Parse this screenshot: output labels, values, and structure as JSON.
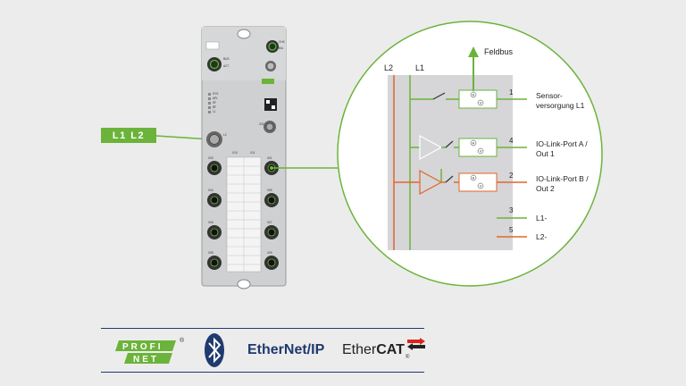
{
  "device": {
    "tiny_labels": [
      "CHK",
      "B/A",
      "BUS",
      "ACT",
      "SYS",
      "APL",
      "SF",
      "BF",
      "L1",
      "L2",
      "X02",
      "X03",
      "X01",
      "X04",
      "X05",
      "X06",
      "X07",
      "X08",
      "X09",
      "X10",
      "X11"
    ],
    "rail_label": "L1 L2"
  },
  "schematic": {
    "rail_l2": "L2",
    "rail_l1": "L1",
    "bus_label": "Feldbus",
    "rows": [
      {
        "pin": "1",
        "label_line1": "Sensor-",
        "label_line2": "versorgung L1",
        "color": "#6bb33a"
      },
      {
        "pin": "4",
        "label_line1": "IO-Link-Port A /",
        "label_line2": "Out 1",
        "color": "#6bb33a"
      },
      {
        "pin": "2",
        "label_line1": "IO-Link-Port B /",
        "label_line2": "Out 2",
        "color": "#e0662a"
      }
    ],
    "returns": [
      {
        "pin": "3",
        "label": "L1-",
        "color": "#6bb33a"
      },
      {
        "pin": "5",
        "label": "L2-",
        "color": "#e0662a"
      }
    ],
    "meter_a": "A",
    "meter_v": "V"
  },
  "logos": {
    "profinet_top": "PROFI",
    "profinet_bottom": "NET",
    "profinet_reg": "®",
    "ethernetip": "EtherNet/IP",
    "ethercat_a": "Ether",
    "ethercat_b": "CAT",
    "ethercat_reg": "®"
  },
  "colors": {
    "green": "#6bb33a",
    "orange": "#e0662a",
    "navy": "#1e3a6e"
  }
}
